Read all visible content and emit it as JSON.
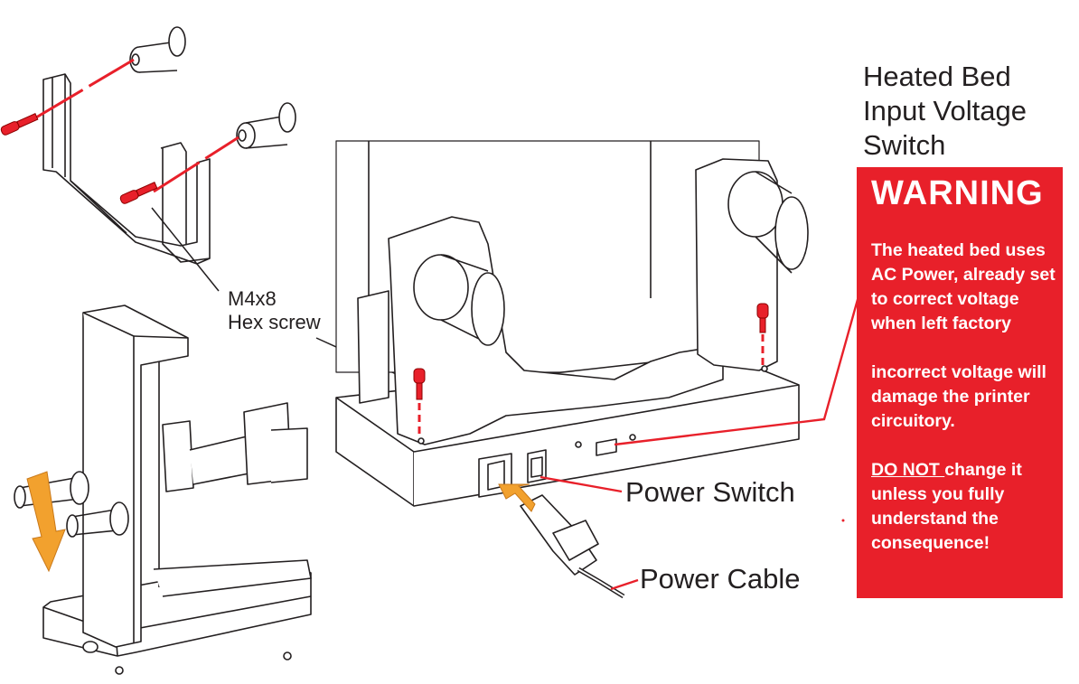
{
  "labels": {
    "heated_bed_title": "Heated Bed\nInput Voltage\nSwitch",
    "screw": "M4x8\nHex screw",
    "power_switch": "Power Switch",
    "power_cable": "Power Cable"
  },
  "warning": {
    "title": "WARNING",
    "p1": "The heated bed uses AC Power, already set to correct voltage when left factory",
    "p2": "incorrect voltage will damage the printer circuitory.",
    "p3_emphasis": "DO NOT ",
    "p3_rest": "change it unless you fully understand the consequence!"
  },
  "colors": {
    "warning_background": "#e8202a",
    "accent_red": "#e8202a",
    "arrow_orange": "#f2a12e",
    "line_art": "#231f20"
  },
  "icons": [
    "spool-holder-icon",
    "hex-screw-icon",
    "power-plug-icon",
    "direction-arrow-icon"
  ]
}
